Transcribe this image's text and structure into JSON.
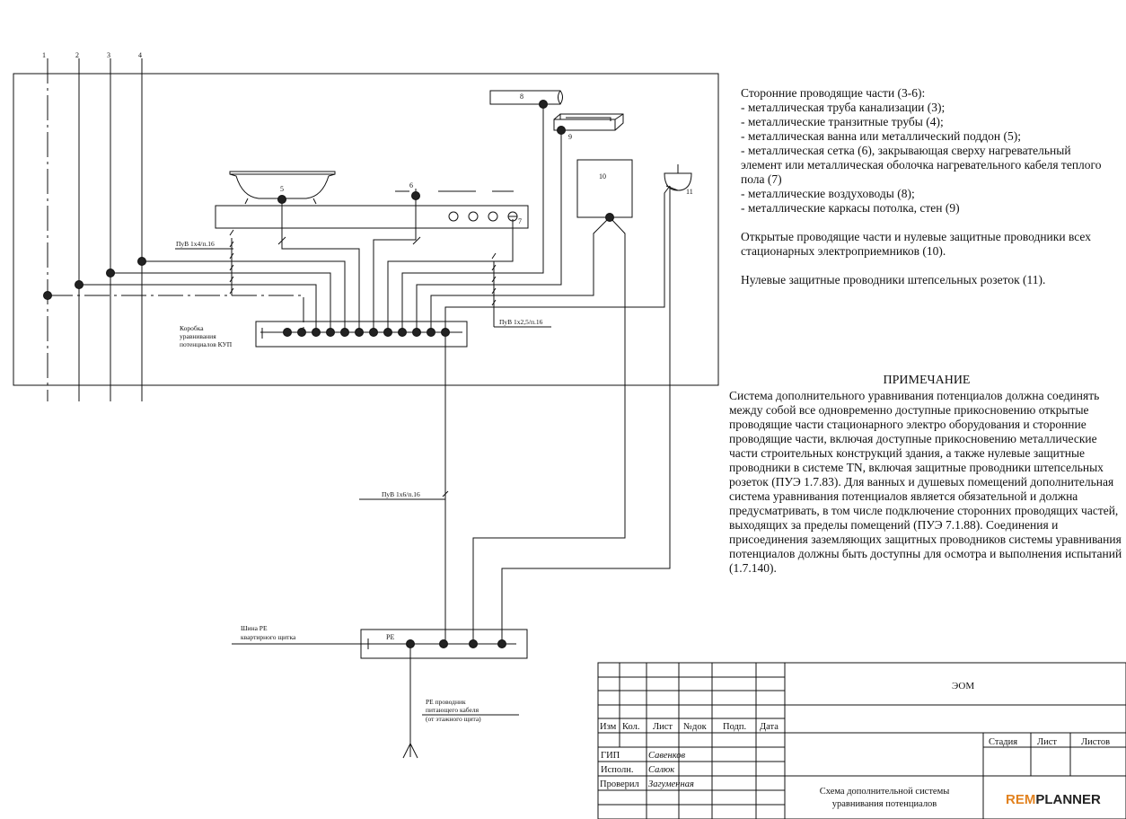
{
  "diagram": {
    "vertical_lines": [
      "1",
      "2",
      "3",
      "4"
    ],
    "equipment": {
      "item8": "8",
      "item9": "9",
      "item10": "10",
      "item11": "11",
      "item5": "5",
      "item6": "6",
      "item7": "7"
    },
    "cable_labels": {
      "pv_1x4": "ПуВ 1х4/п.16",
      "pv_1x2_5": "ПуВ 1х2,5/п.16",
      "pv_1x6": "ПуВ 1х6/п.16"
    },
    "box_label": [
      "Коробка",
      "уравнивания",
      "потенциалов КУП"
    ],
    "pe": {
      "bus_label": "PE",
      "shina_label": [
        "Шина PE",
        "квартирного щитка"
      ],
      "conductor_label": [
        "PE проводник",
        "питающего кабеля",
        "(от этажного щита)"
      ]
    }
  },
  "legend": {
    "lines": [
      "Сторонние проводящие части (3-6):",
      "- металлическая труба канализации (3);",
      "- металлические транзитные трубы (4);",
      "- металлическая ванна или металлический поддон (5);",
      "- металлическая сетка (6), закрывающая сверху нагревательный",
      "элемент или металлическая оболочка нагревательного кабеля теплого",
      "пола (7)",
      "- металлические воздуховоды (8);",
      "- металлические каркасы потолка, стен (9)",
      "",
      "Открытые проводящие части и нулевые защитные проводники всех",
      "стационарных электроприемников (10).",
      "",
      "Нулевые защитные проводники штепсельных розеток (11)."
    ]
  },
  "note": {
    "title": "ПРИМЕЧАНИЕ",
    "body": "Система дополнительного уравнивания потенциалов должна соединять между собой все одновременно доступные прикосновению открытые проводящие части стационарного электро оборудования и сторонние проводящие части, включая доступные прикосновению металлические части строительных конструкций здания, а также нулевые защитные проводники в системе TN, включая защитные проводники штепсельных розеток (ПУЭ 1.7.83). Для ванных и душевых помещений дополнительная система уравнивания потенциалов является обязательной и должна предусматривать, в том числе подключение сторонних проводящих частей, выходящих за пределы помещений (ПУЭ 7.1.88). Соединения и присоединения заземляющих защитных проводников системы уравнивания потенциалов должны быть доступны для осмотра и выполнения испытаний (1.7.140)."
  },
  "stamp": {
    "code": "ЭОМ",
    "headers": [
      "Изм",
      "Кол.",
      "Лист",
      "№док",
      "Подп.",
      "Дата"
    ],
    "roles": [
      {
        "role": "ГИП",
        "name": "Савенков"
      },
      {
        "role": "Исполн.",
        "name": "Салюк"
      },
      {
        "role": "Проверил",
        "name": "Загуменная"
      }
    ],
    "stage_headers": [
      "Стадия",
      "Лист",
      "Листов"
    ],
    "drawing_title": [
      "Схема дополнительной системы",
      "уравнивания потенциалов"
    ],
    "brand_part1": "REM",
    "brand_part2": "PLANNER",
    "brand_color": "#e2821f"
  }
}
